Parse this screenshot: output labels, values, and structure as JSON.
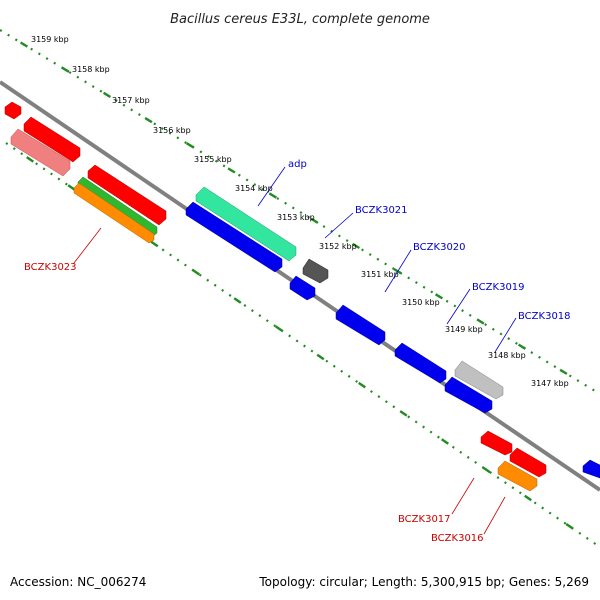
{
  "title": "Bacillus cereus E33L, complete genome",
  "kbp_labels": [
    "3159 kbp",
    "3158 kbp",
    "3157 kbp",
    "3156 kbp",
    "3155 kbp",
    "3154 kbp",
    "3153 kbp",
    "3152 kbp",
    "3151 kbp",
    "3150 kbp",
    "3149 kbp",
    "3148 kbp",
    "3147 kbp"
  ],
  "gene_labels": {
    "adp": "adp",
    "bczk3021": "BCZK3021",
    "bczk3020": "BCZK3020",
    "bczk3019": "BCZK3019",
    "bczk3018": "BCZK3018",
    "bczk3023": "BCZK3023",
    "bczk3017": "BCZK3017",
    "bczk3016": "BCZK3016"
  },
  "footer": {
    "accession": "Accession: NC_006274",
    "stats": "Topology: circular; Length: 5,300,915 bp; Genes: 5,269"
  },
  "colors": {
    "backbone": "#808080",
    "tick_line": "#228b22",
    "forward_label": "#0000cc",
    "reverse_label": "#cc0000",
    "red": "#ff0000",
    "pink": "#f08080",
    "green": "#2fb82f",
    "orange": "#ff8c00",
    "teal": "#33e6a0",
    "blue": "#0000ee",
    "dark_grey": "#555555",
    "light_grey": "#c0c0c0"
  }
}
